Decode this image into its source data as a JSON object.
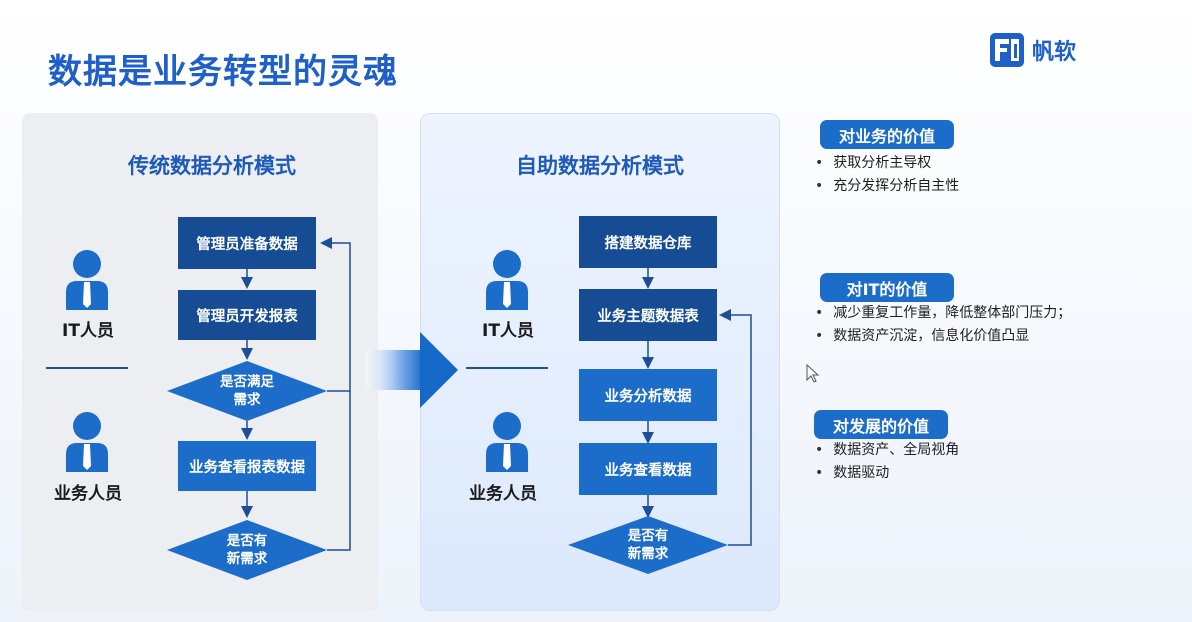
{
  "title": "数据是业务转型的灵魂",
  "logo": {
    "text": "帆软",
    "icon": "fanruan-logo-icon"
  },
  "traditional": {
    "title": "传统数据分析模式",
    "roles": [
      "IT人员",
      "业务人员"
    ],
    "steps": [
      "管理员准备数据",
      "管理员开发报表",
      "业务查看报表数据"
    ],
    "decisions": [
      [
        "是否满足",
        "需求"
      ],
      [
        "是否有",
        "新需求"
      ]
    ]
  },
  "selfservice": {
    "title": "自助数据分析模式",
    "roles": [
      "IT人员",
      "业务人员"
    ],
    "steps": [
      "搭建数据仓库",
      "业务主题数据表",
      "业务分析数据",
      "业务查看数据"
    ],
    "decision": [
      "是否有",
      "新需求"
    ]
  },
  "values": [
    {
      "label": "对业务的价值",
      "items": [
        "获取分析主导权",
        "充分发挥分析自主性"
      ]
    },
    {
      "label": "对IT的价值",
      "items": [
        "减少重复工作量，降低整体部门压力；",
        "数据资产沉淀，信息化价值凸显"
      ]
    },
    {
      "label": "对发展的价值",
      "items": [
        "数据资产、全局视角",
        "数据驱动"
      ]
    }
  ],
  "colors": {
    "title": "#1f5fc9",
    "dark_box": "#154c93",
    "mid_box": "#1c6dc9",
    "accent": "#1c6dc9"
  },
  "icons": [
    "person-icon",
    "arrow-right-icon",
    "cursor-icon"
  ]
}
